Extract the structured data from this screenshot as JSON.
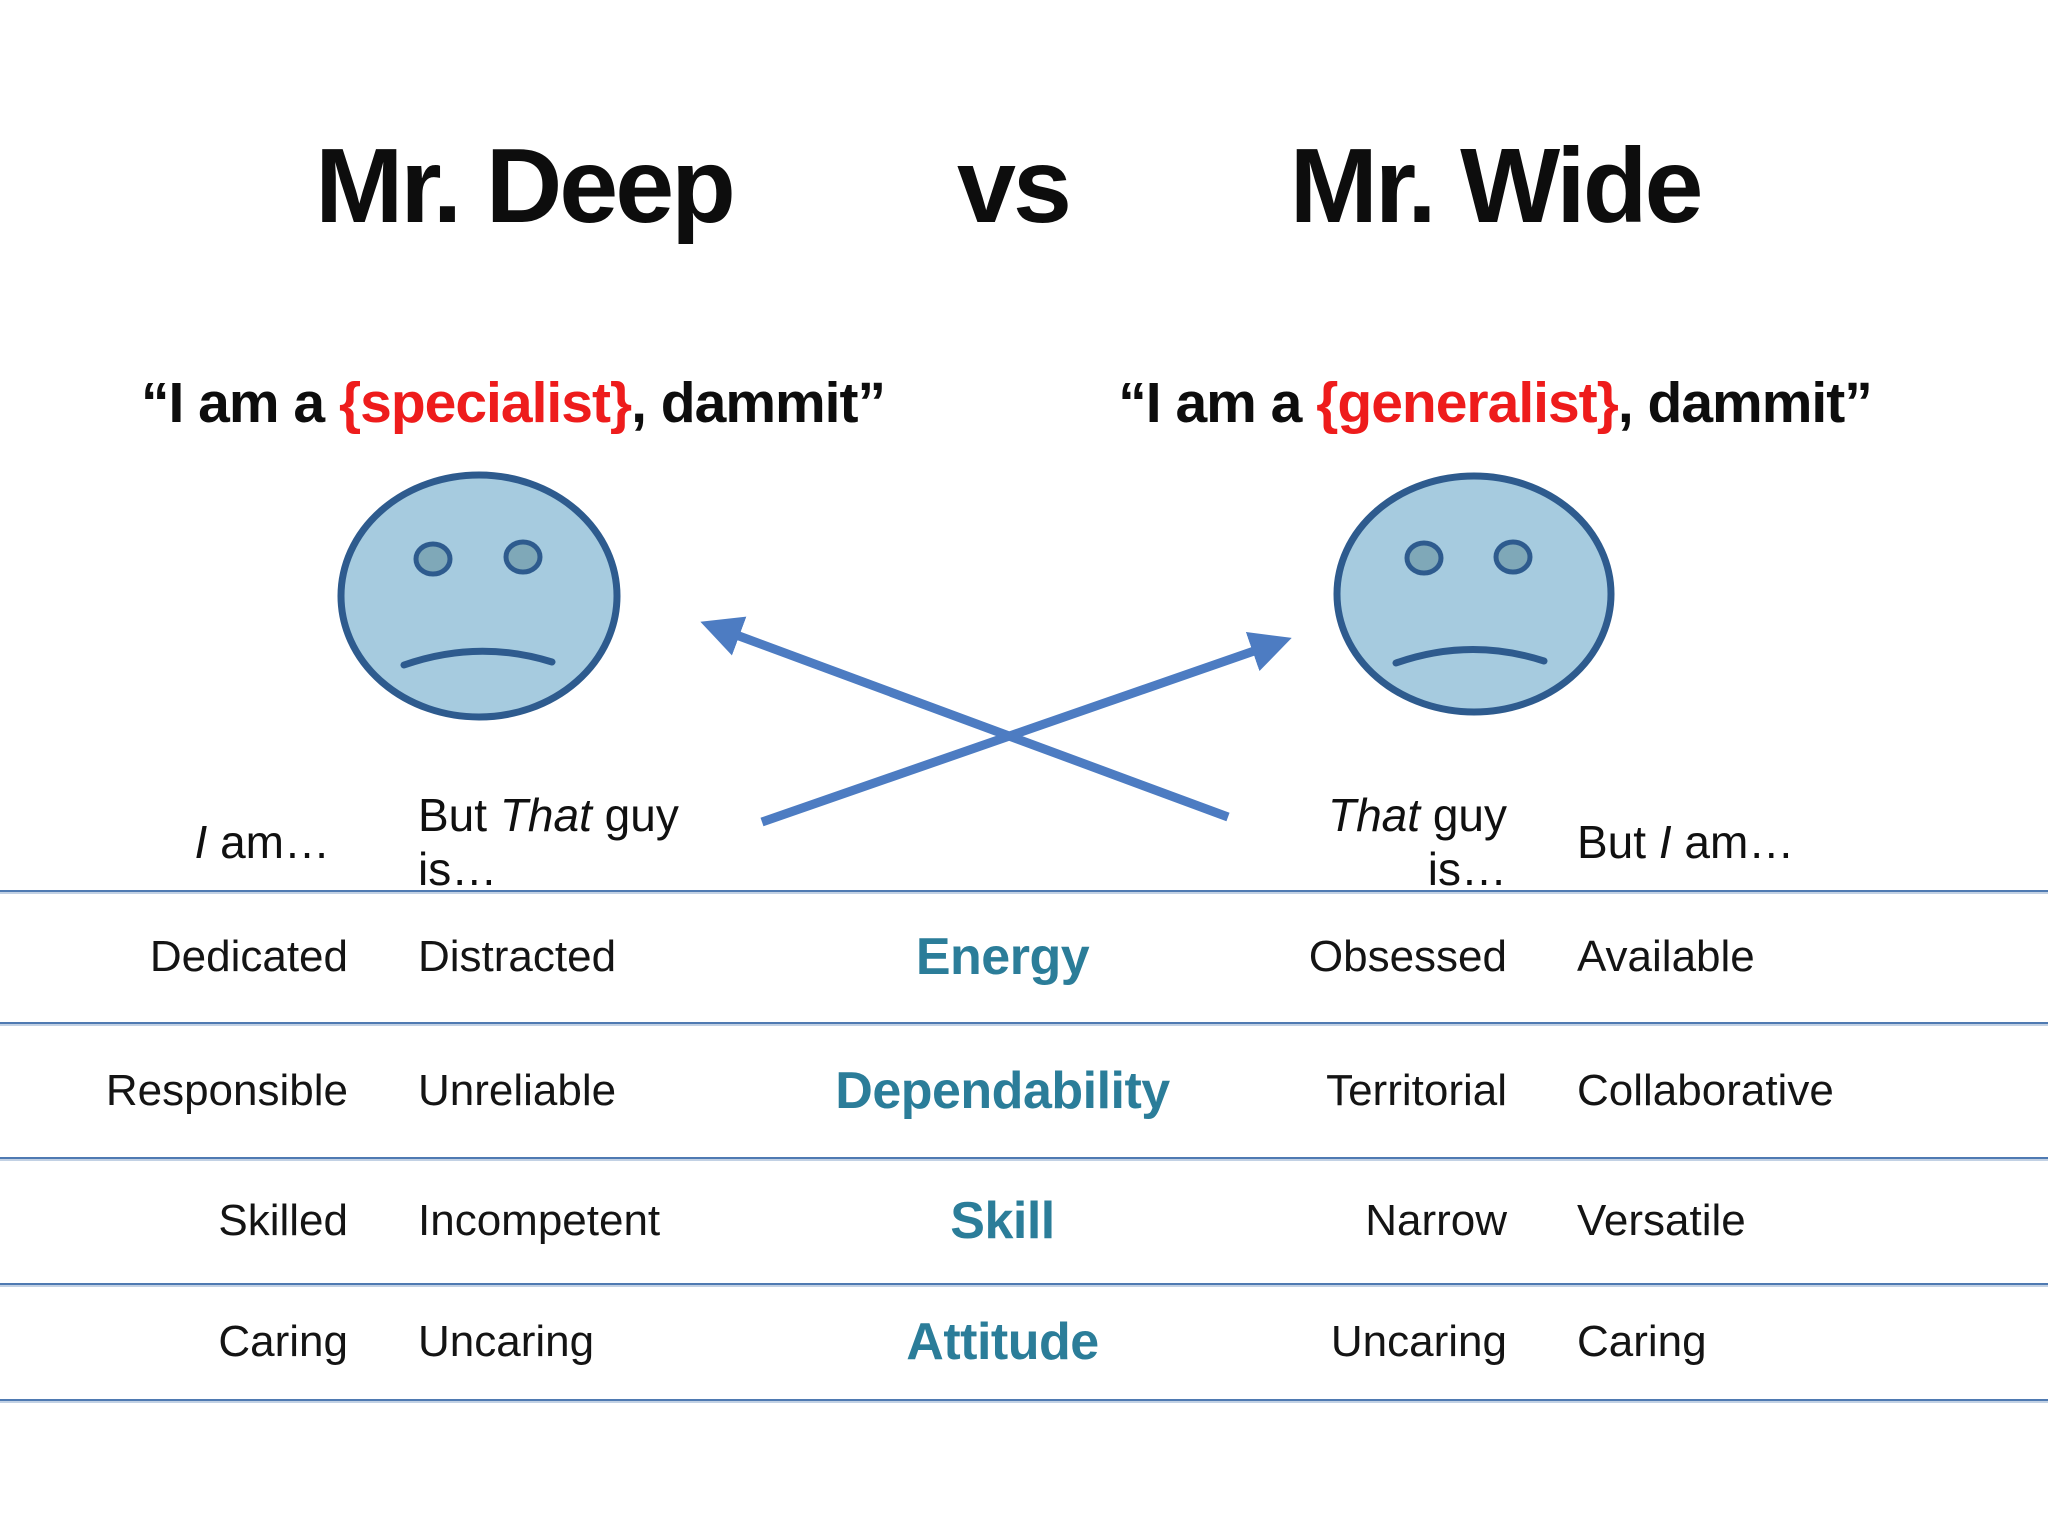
{
  "slide": {
    "title": {
      "left": "Mr. Deep",
      "vs": "vs",
      "right": "Mr. Wide"
    },
    "quote_left": {
      "pre": "“I am a ",
      "highlight": "{specialist}",
      "post": ", dammit”"
    },
    "quote_right": {
      "pre": "“I am a ",
      "highlight": "{generalist}",
      "post": ", dammit”"
    },
    "icons": {
      "left_face": "sad-face-icon",
      "right_face": "sad-face-icon",
      "arrows": "crossed-swap-arrows"
    },
    "headers": {
      "left_self_italic": "I",
      "left_self_rest": " am…",
      "left_other_pre": "But ",
      "left_other_italic": "That",
      "left_other_rest": " guy is…",
      "right_other_italic": "That",
      "right_other_rest": " guy is…",
      "right_self_pre": "But ",
      "right_self_italic": "I",
      "right_self_rest": " am…"
    },
    "table": {
      "rows": [
        {
          "self_left": "Dedicated",
          "other_left": "Distracted",
          "dimension": "Energy",
          "other_right": "Obsessed",
          "self_right": "Available"
        },
        {
          "self_left": "Responsible",
          "other_left": "Unreliable",
          "dimension": "Dependability",
          "other_right": "Territorial",
          "self_right": "Collaborative"
        },
        {
          "self_left": "Skilled",
          "other_left": "Incompetent",
          "dimension": "Skill",
          "other_right": "Narrow",
          "self_right": "Versatile"
        },
        {
          "self_left": "Caring",
          "other_left": "Uncaring",
          "dimension": "Attitude",
          "other_right": "Uncaring",
          "self_right": "Caring"
        }
      ]
    },
    "colors": {
      "highlight_red": "#ee1c1c",
      "dimension_teal": "#2b7d99",
      "arrow_blue": "#4d7cc2",
      "face_fill": "#a6cbdf",
      "face_outline": "#2e5b8e",
      "eye_fill": "#7fa8b8",
      "table_line_blue": "#4f7ab2"
    }
  }
}
